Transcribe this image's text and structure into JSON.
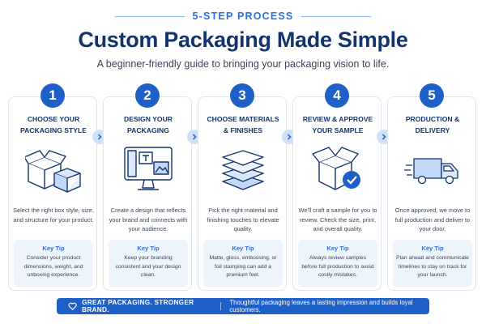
{
  "header": {
    "eyebrow": "5-STEP PROCESS",
    "title": "Custom Packaging Made Simple",
    "subtitle": "A beginner-friendly guide to bringing your packaging vision to life."
  },
  "steps": [
    {
      "number": "1",
      "title_line1": "Choose Your",
      "title_line2": "Packaging Style",
      "icon": "open-boxes-icon",
      "description": "Select the right box style, size, and structure for your product.",
      "tip_label": "Key Tip",
      "tip_text": "Consider your product dimensions, weight, and unboxing experience."
    },
    {
      "number": "2",
      "title_line1": "Design Your",
      "title_line2": "Packaging",
      "icon": "design-monitor-icon",
      "description": "Create a design that reflects your brand and connects with your audience.",
      "tip_label": "Key Tip",
      "tip_text": "Keep your branding consistent and your design clean."
    },
    {
      "number": "3",
      "title_line1": "Choose Materials",
      "title_line2": "& Finishes",
      "icon": "material-layers-icon",
      "description": "Pick the right material and finishing touches to elevate quality.",
      "tip_label": "Key Tip",
      "tip_text": "Matte, gloss, embossing, or foil stamping can add a premium feel."
    },
    {
      "number": "4",
      "title_line1": "Review & Approve",
      "title_line2": "Your Sample",
      "icon": "approved-box-icon",
      "description": "We'll craft a sample for you to review. Check the size, print, and overall quality.",
      "tip_label": "Key Tip",
      "tip_text": "Always review samples before full production to avoid costly mistakes."
    },
    {
      "number": "5",
      "title_line1": "Production &",
      "title_line2": "Delivery",
      "icon": "delivery-truck-icon",
      "description": "Once approved, we move to full production and deliver to your door.",
      "tip_label": "Key Tip",
      "tip_text": "Plan ahead and communicate timelines to stay on track for your launch."
    }
  ],
  "footer": {
    "icon": "heart-icon",
    "tagline": "GREAT PACKAGING. STRONGER BRAND.",
    "message": "Thoughtful packaging leaves a lasting impression and builds loyal customers."
  },
  "colors": {
    "primary": "#1f5fc8",
    "navy": "#12346b",
    "accent": "#2a6fdb",
    "tip_bg": "#eef4fc"
  }
}
